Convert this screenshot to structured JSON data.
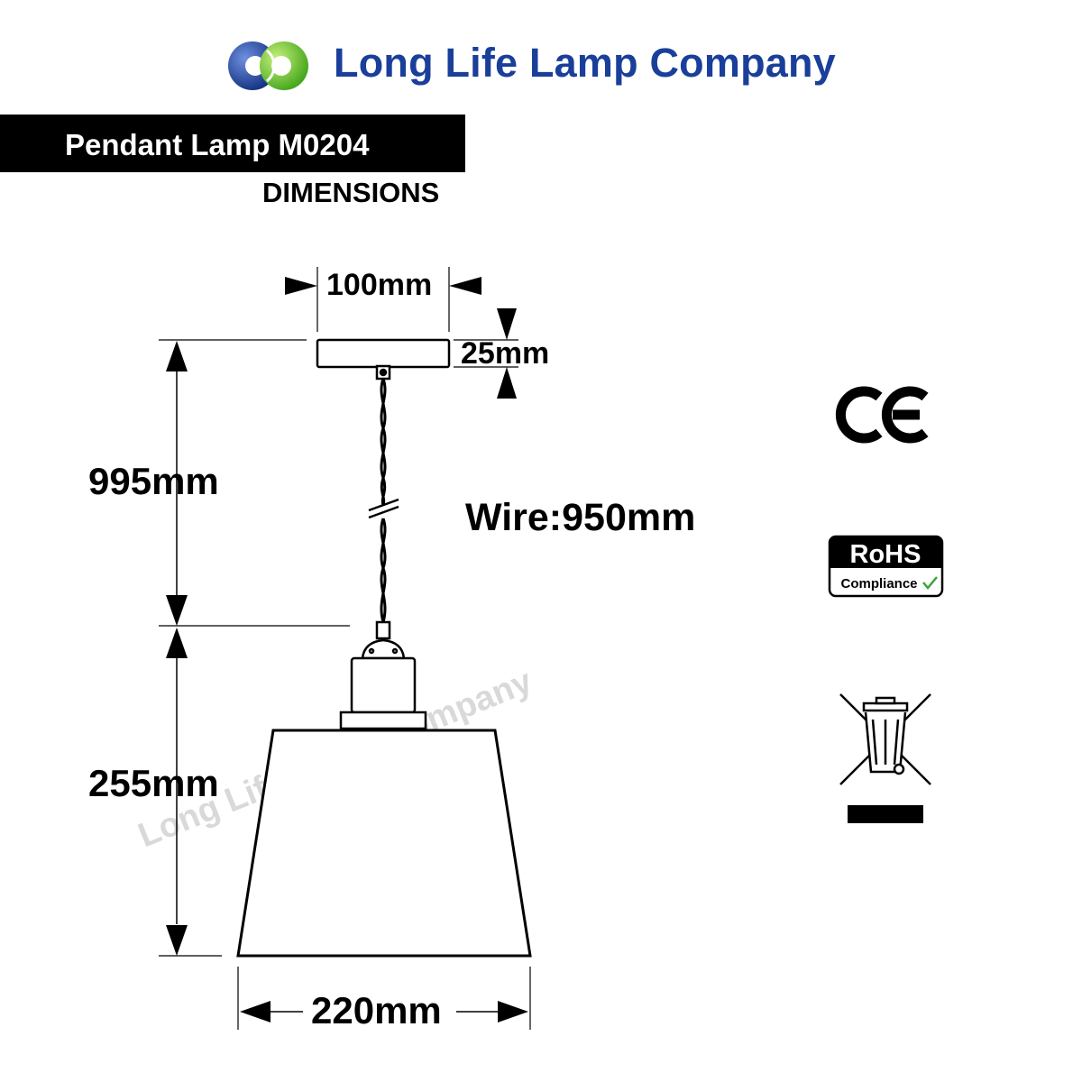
{
  "header": {
    "company_name": "Long Life Lamp Company",
    "logo_icon": "interlocking-rings-logo-icon",
    "colors": {
      "brand_blue": "#1a3f9a",
      "logo_green": "#6cc630",
      "logo_blue": "#1f3f9e"
    }
  },
  "title": {
    "product": "Pendant Lamp M0204",
    "section": "DIMENSIONS"
  },
  "dimensions": {
    "canopy_width": "100mm",
    "canopy_height": "25mm",
    "suspension_length": "995mm",
    "shade_height": "255mm",
    "shade_width": "220mm",
    "wire_length": "Wire:950mm"
  },
  "watermark": "Long Life Lamp Company",
  "certifications": {
    "ce_mark": "CE",
    "rohs_title": "RoHS",
    "rohs_subtitle": "Compliance",
    "weee_icon": "crossed-out-wheelie-bin-icon"
  }
}
